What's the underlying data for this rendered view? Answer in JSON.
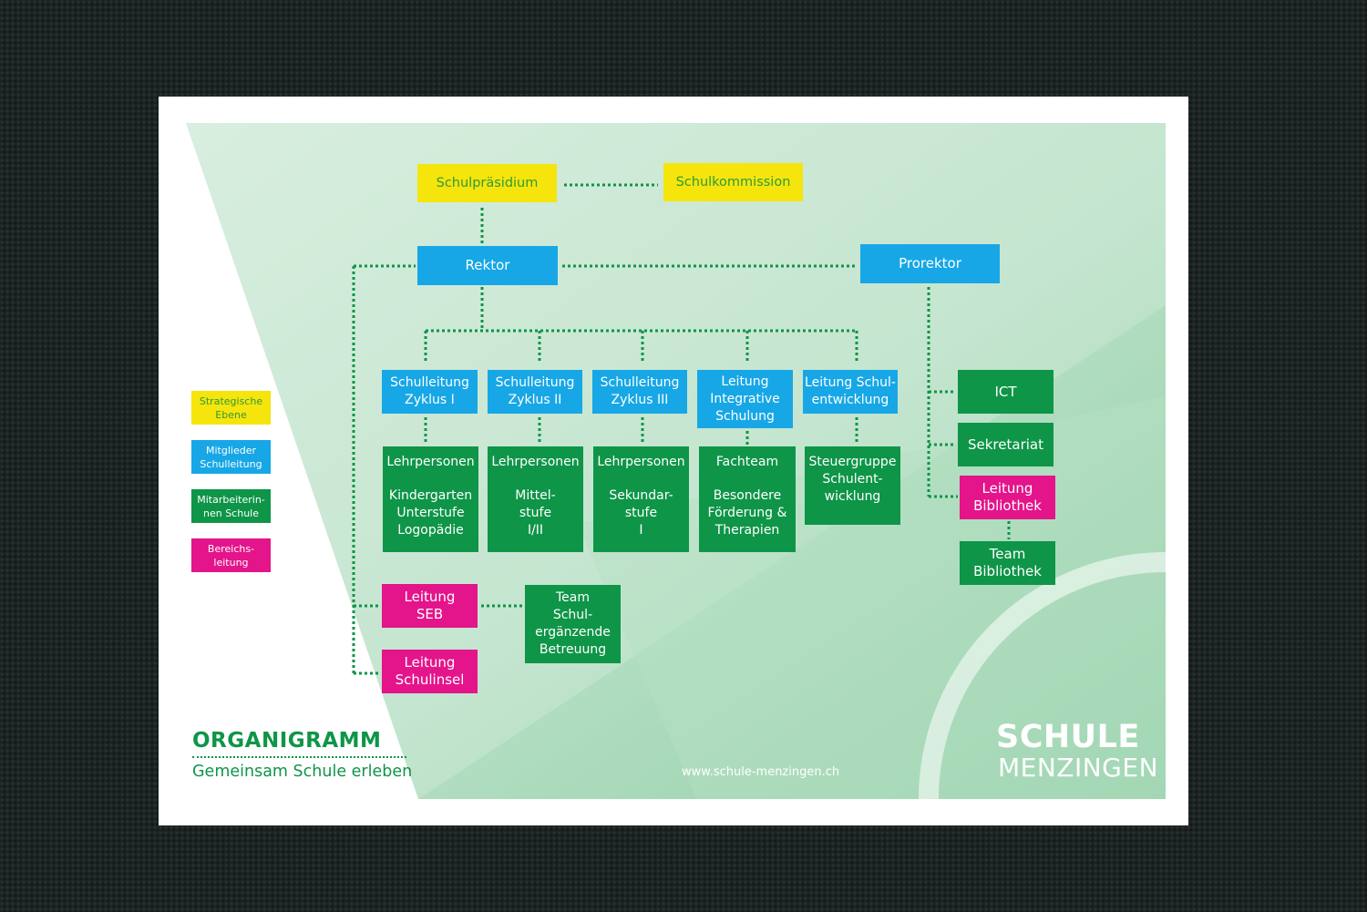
{
  "colors": {
    "strategic": "#f5e50c",
    "leadership": "#17a7e6",
    "staff": "#0e9548",
    "division": "#e4148b",
    "background_green": "#a8d8b8"
  },
  "boxes": {
    "schulpraesidium": "Schulpräsidium",
    "schulkommission": "Schulkommission",
    "rektor": "Rektor",
    "prorektor": "Prorektor",
    "sl_zyklus1": "Schulleitung\nZyklus I",
    "sl_zyklus2": "Schulleitung\nZyklus II",
    "sl_zyklus3": "Schulleitung\nZyklus III",
    "leitung_is": "Leitung\nIntegrative\nSchulung",
    "leitung_se": "Leitung Schul-\nentwicklung",
    "lp1_title": "Lehrpersonen",
    "lp1_sub": "Kindergarten\nUnterstufe\nLogopädie",
    "lp2_title": "Lehrpersonen",
    "lp2_sub": "Mittel-\nstufe\nI/II",
    "lp3_title": "Lehrpersonen",
    "lp3_sub": "Sekundar-\nstufe\nI",
    "fachteam_title": "Fachteam",
    "fachteam_sub": "Besondere\nFörderung &\nTherapien",
    "steuergruppe": "Steuergruppe\nSchulent-\nwicklung",
    "ict": "ICT",
    "sekretariat": "Sekretariat",
    "leitung_bibliothek": "Leitung\nBibliothek",
    "team_bibliothek": "Team\nBibliothek",
    "leitung_seb": "Leitung\nSEB",
    "team_seb": "Team\nSchul-\nergänzende\nBetreuung",
    "leitung_schulinsel": "Leitung\nSchulinsel"
  },
  "legend": {
    "strategic": "Strategische\nEbene",
    "leadership": "Mitglieder\nSchulleitung",
    "staff": "Mitarbeiterin-\nnen Schule",
    "division": "Bereichs-\nleitung"
  },
  "footer": {
    "title": "ORGANIGRAMM",
    "subtitle": "Gemeinsam Schule erleben",
    "website": "www.schule-menzingen.ch",
    "logo_line1": "SCHULE",
    "logo_line2": "MENZINGEN"
  }
}
